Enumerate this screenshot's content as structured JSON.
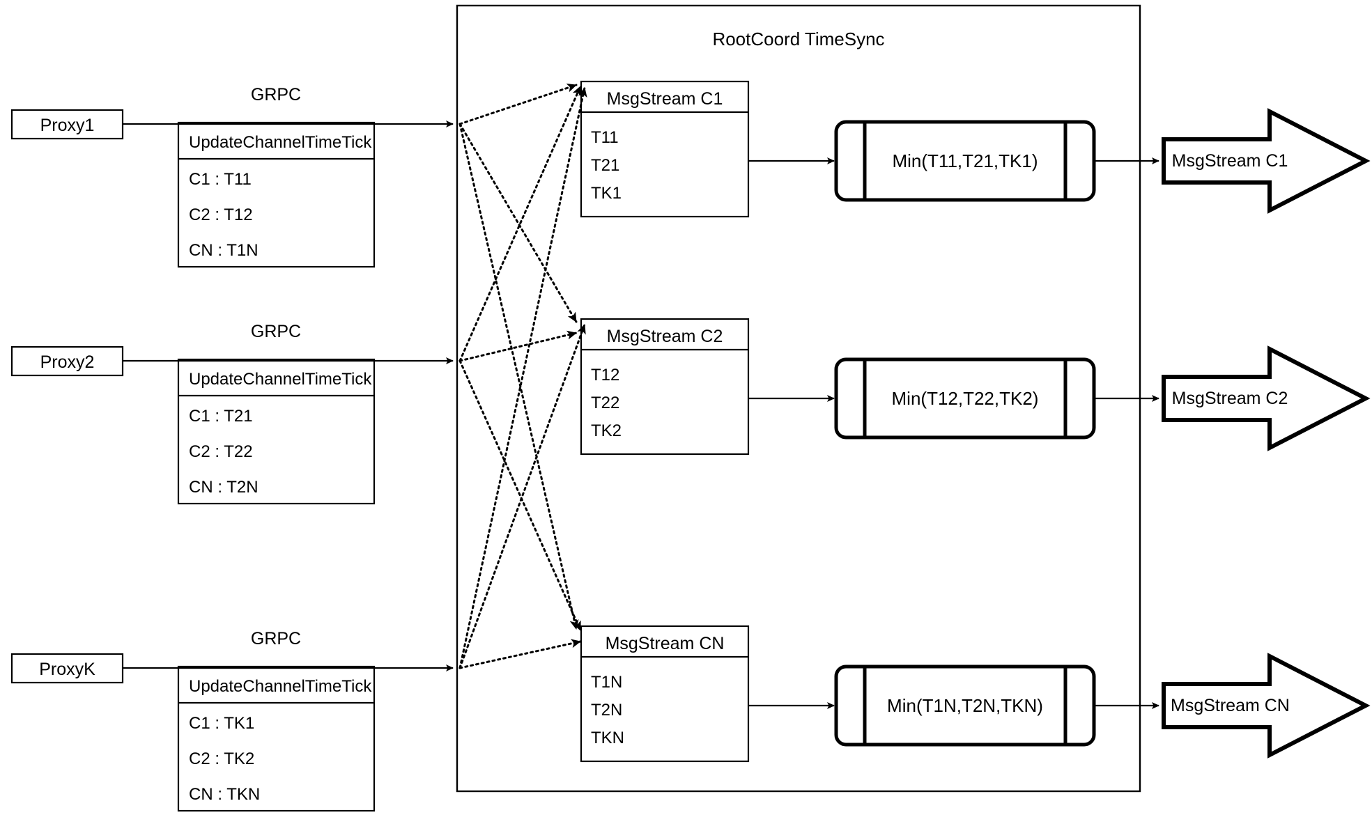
{
  "diagram": {
    "title": "RootCoord TimeSync",
    "container_label": "RootCoord TimeSync"
  },
  "proxy_rows": [
    {
      "proxy_label": "Proxy1",
      "link_label": "GRPC",
      "rpc_header": "UpdateChannelTimeTick",
      "rpc_entries": [
        "C1 :  T11",
        "C2 :  T12",
        "CN : T1N"
      ]
    },
    {
      "proxy_label": "Proxy2",
      "link_label": "GRPC",
      "rpc_header": "UpdateChannelTimeTick",
      "rpc_entries": [
        "C1 :  T21",
        "C2 :  T22",
        "CN : T2N"
      ]
    },
    {
      "proxy_label": "ProxyK",
      "link_label": "GRPC",
      "rpc_header": "UpdateChannelTimeTick",
      "rpc_entries": [
        "C1 :  TK1",
        "C2 :  TK2",
        "CN : TKN"
      ]
    }
  ],
  "channel_rows": [
    {
      "msgstream_header": "MsgStream C1",
      "msgstream_items": [
        "T11",
        "T21",
        "TK1"
      ],
      "min_label": "Min(T11,T21,TK1)",
      "output_label": "MsgStream C1"
    },
    {
      "msgstream_header": "MsgStream C2",
      "msgstream_items": [
        "T12",
        "T22",
        "TK2"
      ],
      "min_label": "Min(T12,T22,TK2)",
      "output_label": "MsgStream C2"
    },
    {
      "msgstream_header": "MsgStream CN",
      "msgstream_items": [
        "T1N",
        "T2N",
        "TKN"
      ],
      "min_label": "Min(T1N,T2N,TKN)",
      "output_label": "MsgStream CN"
    }
  ],
  "colors": {
    "stroke": "#000000",
    "background": "#ffffff",
    "text": "#000000"
  }
}
